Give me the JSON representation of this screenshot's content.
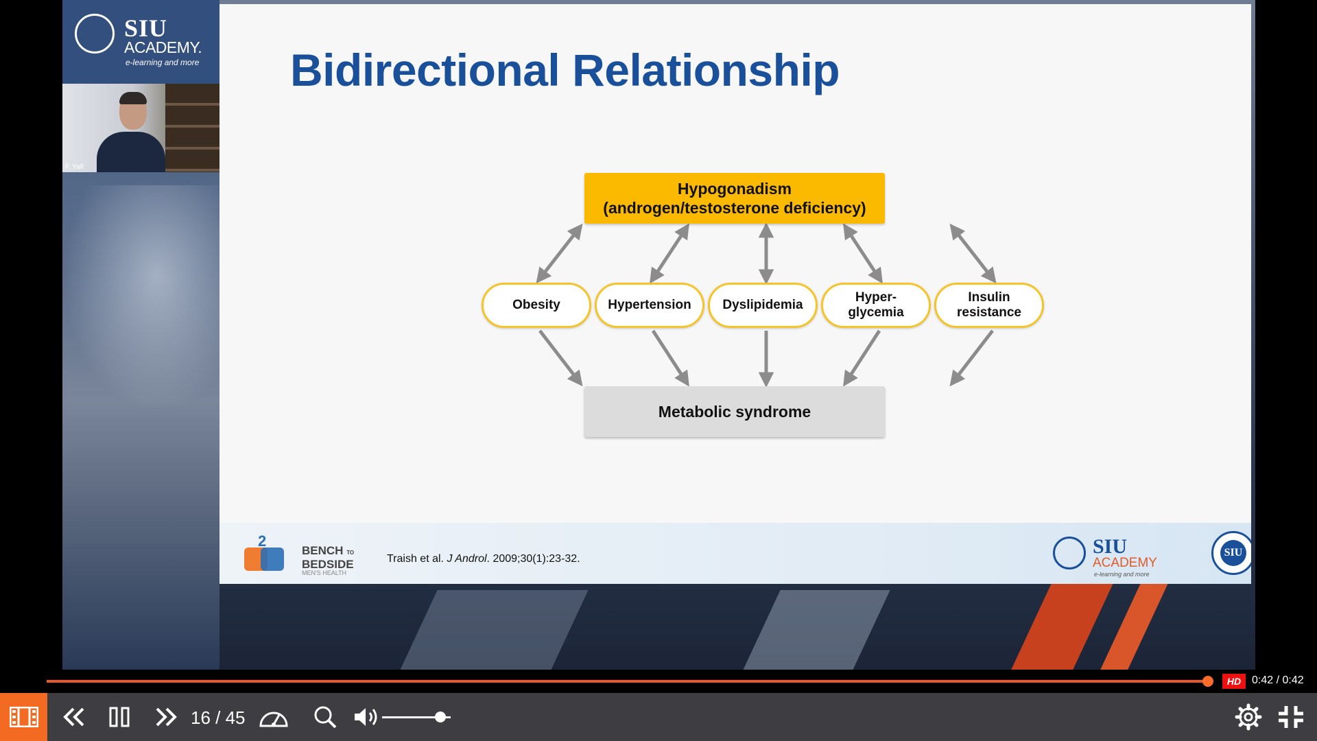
{
  "slide": {
    "title": "Bidirectional Relationship",
    "top_box_line1": "Hypogonadism",
    "top_box_line2": "(androgen/testosterone deficiency)",
    "conditions": [
      {
        "line1": "Obesity",
        "line2": ""
      },
      {
        "line1": "Hypertension",
        "line2": ""
      },
      {
        "line1": "Dyslipidemia",
        "line2": ""
      },
      {
        "line1": "Hyper-",
        "line2": "glycemia"
      },
      {
        "line1": "Insulin",
        "line2": "resistance"
      }
    ],
    "bottom_box": "Metabolic syndrome",
    "citation_authors": "Traish et al. ",
    "citation_journal": "J Androl",
    "citation_details": ". 2009;30(1):23-32.",
    "colors": {
      "title": "#1a4f9a",
      "top_box": "#fbb900",
      "pill_border": "#f5c42a",
      "bottom_box": "#dcdcdc",
      "arrow": "#8c8c8c"
    }
  },
  "footer_logos": {
    "b2b_line1": "BENCH",
    "b2b_line2": "BEDSIDE",
    "b2b_sub": "MEN'S HEALTH",
    "b2b_to": "TO",
    "siu_name": "SIU",
    "siu_academy": "ACADEMY",
    "siu_tagline": "e-learning and more",
    "seal_text": "SIU"
  },
  "left_panel": {
    "brand_name": "SIU",
    "brand_academy": "ACADEMY.",
    "brand_tagline": "e-learning and more",
    "presenter_name": "F. Yafi"
  },
  "player": {
    "progress": 1.0,
    "hd_label": "HD",
    "time": "0:42 / 0:42",
    "slide_counter": "16 / 45",
    "volume": 0.85,
    "accent": "#f36a22",
    "icons": [
      "filmstrip-icon",
      "previous-icon",
      "pause-icon",
      "next-icon",
      "speed-icon",
      "search-icon",
      "volume-icon",
      "settings-icon",
      "exit-fullscreen-icon"
    ]
  }
}
